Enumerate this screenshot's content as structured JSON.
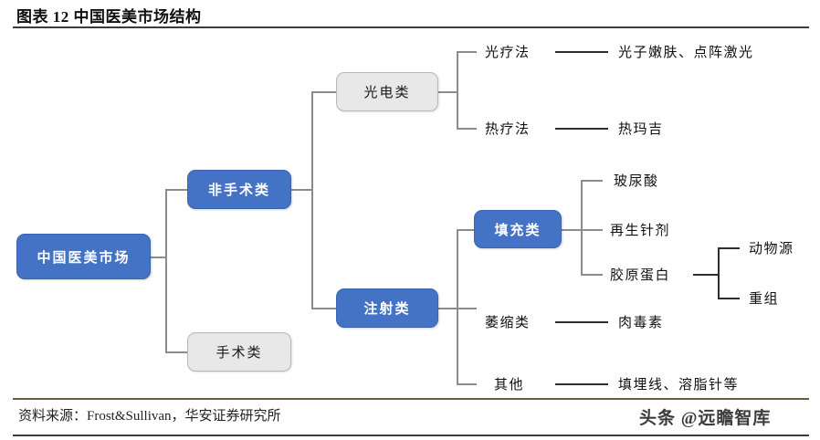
{
  "header": {
    "figure_label": "图表 12",
    "title": "中国医美市场结构",
    "full_title": "图表 12 中国医美市场结构"
  },
  "footer": {
    "source": "资料来源：Frost&Sullivan，华安证券研究所",
    "watermark": "头条 @远瞻智库"
  },
  "colors": {
    "node_blue": "#4472c4",
    "node_blue_text": "#ffffff",
    "node_gray": "#e8e8e8",
    "node_gray_text": "#1a1a1a",
    "connector": "#8c8c8c",
    "connector_dark": "#2e2e2e",
    "rule": "#3b3b3b",
    "rule_gold": "#6b5b3a"
  },
  "chart_data": {
    "type": "tree-diagram",
    "title": "中国医美市场结构",
    "root": "中国医美市场",
    "nodes": [
      {
        "id": "root",
        "label": "中国医美市场",
        "style": "blue-box",
        "level": 0
      },
      {
        "id": "nonsurgical",
        "label": "非手术类",
        "style": "blue-box",
        "level": 1
      },
      {
        "id": "surgical",
        "label": "手术类",
        "style": "gray-box",
        "level": 1
      },
      {
        "id": "photoelectric",
        "label": "光电类",
        "style": "gray-box",
        "level": 2
      },
      {
        "id": "injection",
        "label": "注射类",
        "style": "blue-box",
        "level": 2
      },
      {
        "id": "phototherapy",
        "label": "光疗法",
        "style": "text",
        "level": 3
      },
      {
        "id": "thermotherapy",
        "label": "热疗法",
        "style": "text",
        "level": 3
      },
      {
        "id": "filler",
        "label": "填充类",
        "style": "blue-box",
        "level": 3
      },
      {
        "id": "atrophy",
        "label": "萎缩类",
        "style": "text",
        "level": 3
      },
      {
        "id": "other",
        "label": "其他",
        "style": "text",
        "level": 3
      },
      {
        "id": "photo_products",
        "label": "光子嫩肤、点阵激光",
        "style": "text",
        "level": 4
      },
      {
        "id": "thermage",
        "label": "热玛吉",
        "style": "text",
        "level": 4
      },
      {
        "id": "ha",
        "label": "玻尿酸",
        "style": "text",
        "level": 4
      },
      {
        "id": "regen",
        "label": "再生针剂",
        "style": "text",
        "level": 4
      },
      {
        "id": "collagen",
        "label": "胶原蛋白",
        "style": "text",
        "level": 4
      },
      {
        "id": "botox",
        "label": "肉毒素",
        "style": "text",
        "level": 4
      },
      {
        "id": "other_products",
        "label": "填埋线、溶脂针等",
        "style": "text",
        "level": 4
      },
      {
        "id": "animal",
        "label": "动物源",
        "style": "text",
        "level": 5
      },
      {
        "id": "recombinant",
        "label": "重组",
        "style": "text",
        "level": 5
      }
    ],
    "edges": [
      [
        "root",
        "nonsurgical"
      ],
      [
        "root",
        "surgical"
      ],
      [
        "nonsurgical",
        "photoelectric"
      ],
      [
        "nonsurgical",
        "injection"
      ],
      [
        "photoelectric",
        "phototherapy"
      ],
      [
        "photoelectric",
        "thermotherapy"
      ],
      [
        "injection",
        "filler"
      ],
      [
        "injection",
        "atrophy"
      ],
      [
        "injection",
        "other"
      ],
      [
        "phototherapy",
        "photo_products"
      ],
      [
        "thermotherapy",
        "thermage"
      ],
      [
        "filler",
        "ha"
      ],
      [
        "filler",
        "regen"
      ],
      [
        "filler",
        "collagen"
      ],
      [
        "atrophy",
        "botox"
      ],
      [
        "other",
        "other_products"
      ],
      [
        "collagen",
        "animal"
      ],
      [
        "collagen",
        "recombinant"
      ]
    ]
  },
  "diagram": {
    "root": {
      "label": "中国医美市场"
    },
    "level1": {
      "nonsurgical": {
        "label": "非手术类"
      },
      "surgical": {
        "label": "手术类"
      }
    },
    "level2": {
      "photoelectric": {
        "label": "光电类"
      },
      "injection": {
        "label": "注射类"
      }
    },
    "level3": {
      "phototherapy": {
        "label": "光疗法"
      },
      "thermotherapy": {
        "label": "热疗法"
      },
      "filler": {
        "label": "填充类"
      },
      "atrophy": {
        "label": "萎缩类"
      },
      "other": {
        "label": "其他"
      }
    },
    "level4": {
      "photo_products": {
        "label": "光子嫩肤、点阵激光"
      },
      "thermage": {
        "label": "热玛吉"
      },
      "ha": {
        "label": "玻尿酸"
      },
      "regen": {
        "label": "再生针剂"
      },
      "collagen": {
        "label": "胶原蛋白"
      },
      "botox": {
        "label": "肉毒素"
      },
      "other_products": {
        "label": "填埋线、溶脂针等"
      }
    },
    "level5": {
      "animal": {
        "label": "动物源"
      },
      "recombinant": {
        "label": "重组"
      }
    }
  }
}
